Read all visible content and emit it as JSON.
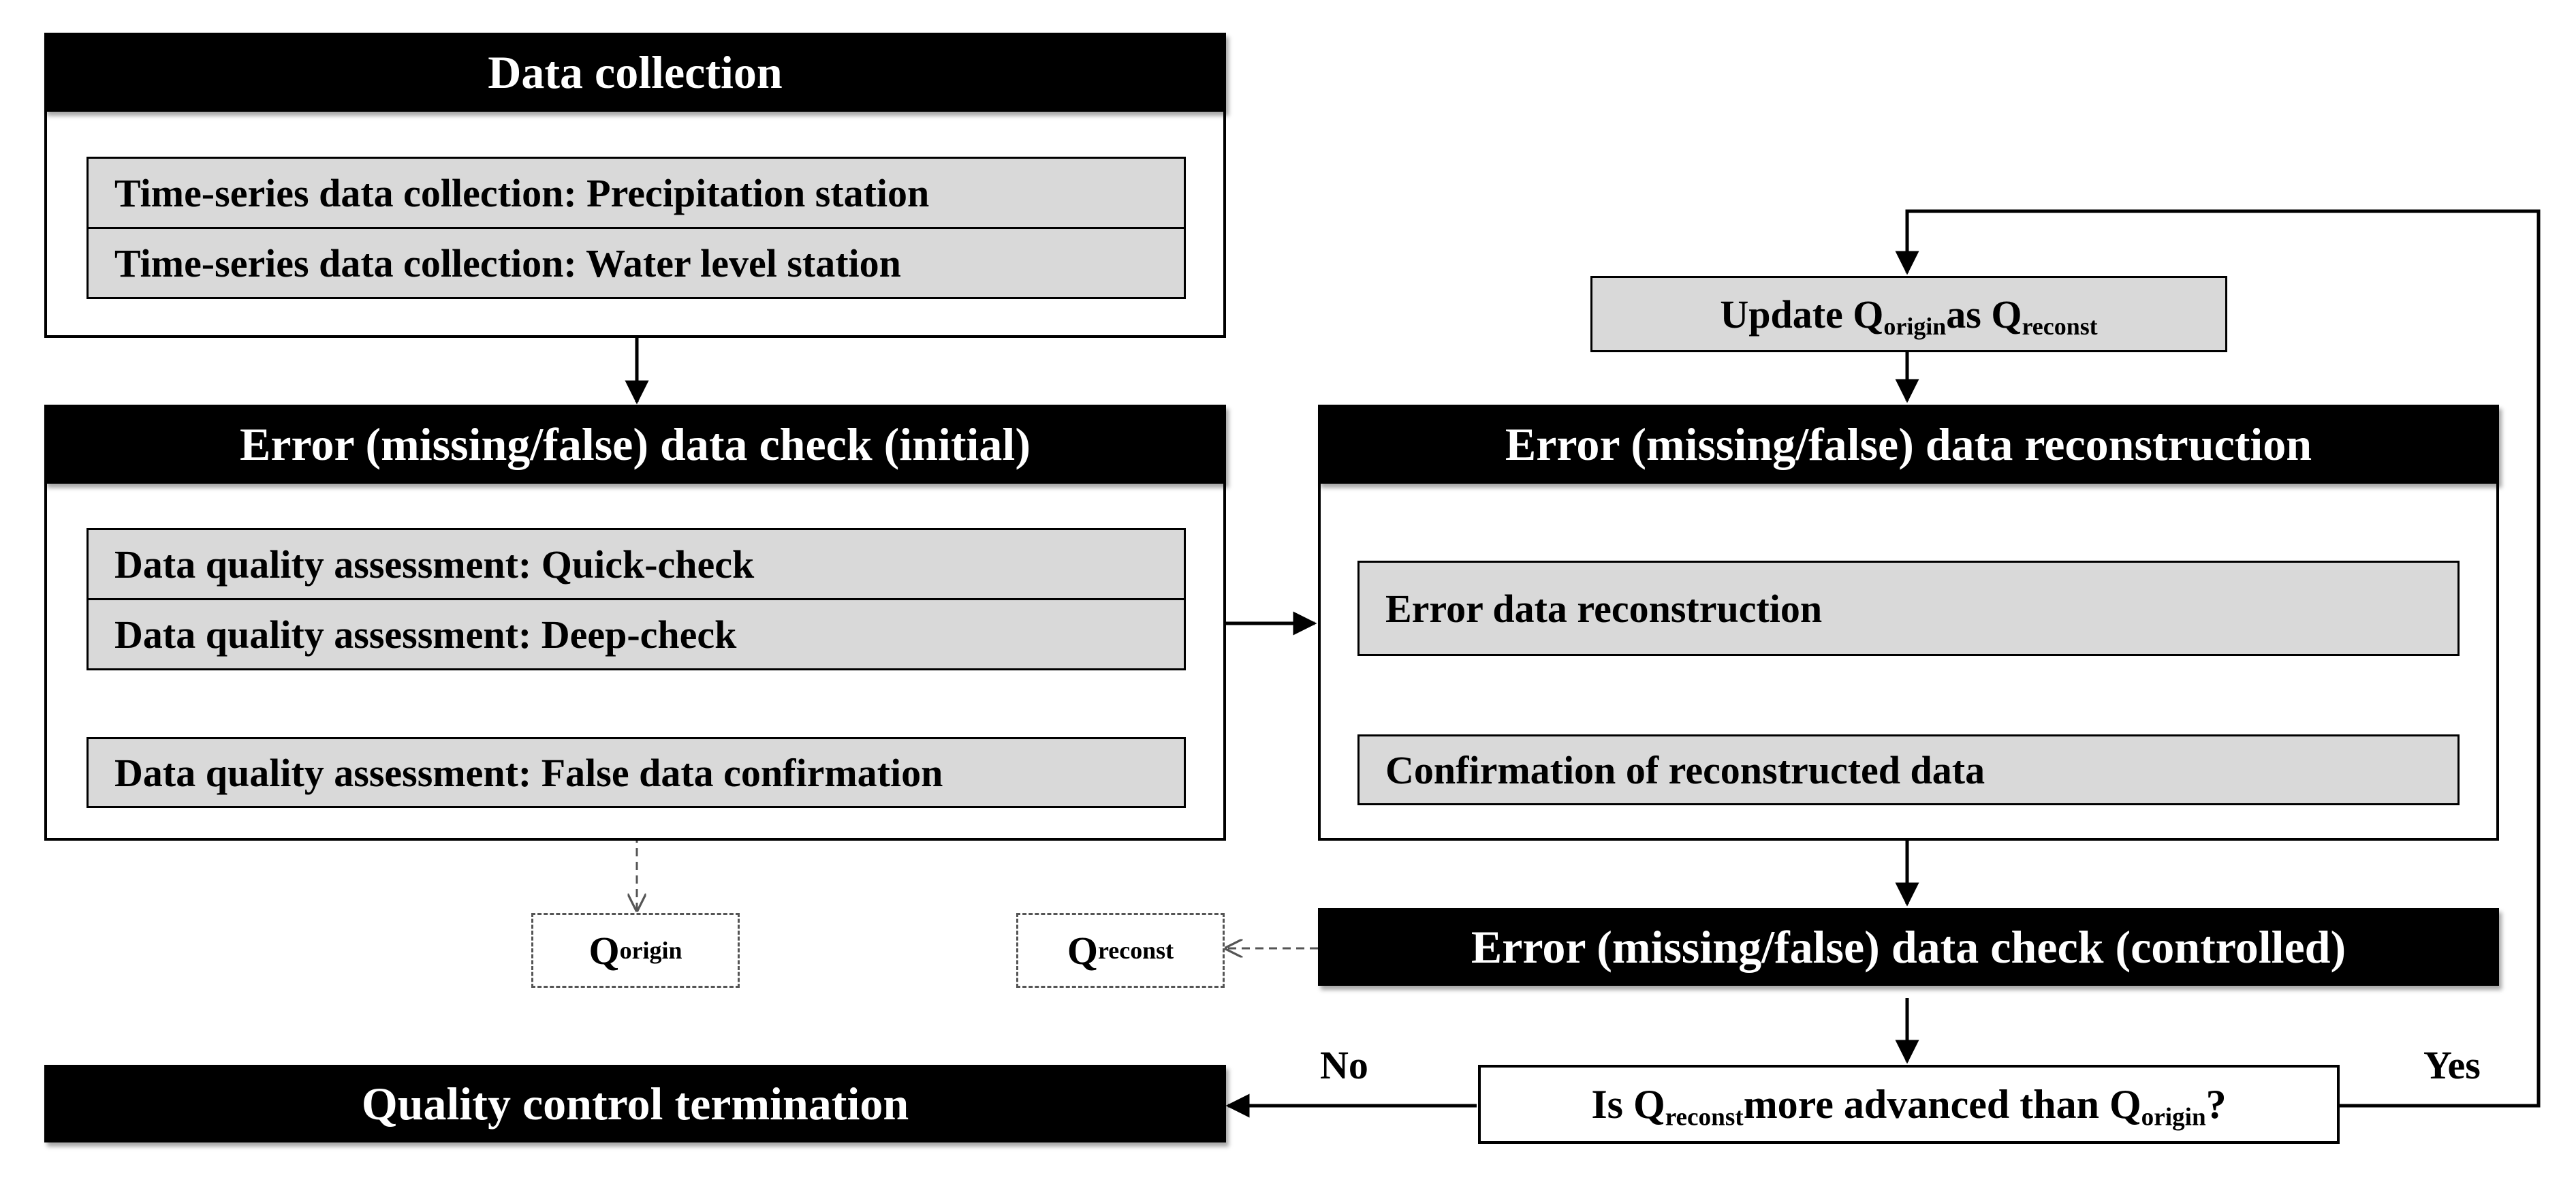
{
  "collection": {
    "title": "Data collection",
    "items": [
      "Time-series data collection: Precipitation station",
      "Time-series data collection: Water level station"
    ]
  },
  "initial_check": {
    "title": "Error (missing/false) data check (initial)",
    "items": [
      "Data quality assessment: Quick-check",
      "Data quality assessment: Deep-check",
      "Data quality assessment: False data confirmation"
    ]
  },
  "update": {
    "prefix": "Update ",
    "q": "Q",
    "origin_sub": "origin",
    "mid": " as ",
    "reconst_sub": "reconst"
  },
  "reconstruction": {
    "title": "Error (missing/false) data reconstruction",
    "items": [
      "Error data reconstruction",
      "Confirmation of reconstructed data"
    ]
  },
  "q_origin": {
    "q": "Q",
    "sub": "origin"
  },
  "q_reconst": {
    "q": "Q",
    "sub": "reconst"
  },
  "controlled_check": {
    "title": "Error (missing/false) data check (controlled)"
  },
  "decision": {
    "prefix": "Is ",
    "q": "Q",
    "reconst_sub": "reconst",
    "mid": " more advanced than ",
    "origin_sub": "origin",
    "suffix": " ?"
  },
  "labels": {
    "no": "No",
    "yes": "Yes"
  },
  "termination": {
    "title": "Quality control termination"
  }
}
